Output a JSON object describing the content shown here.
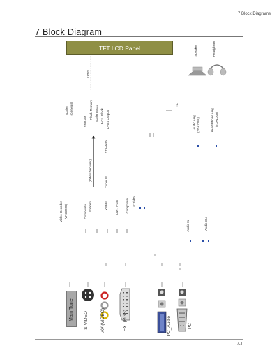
{
  "header": {
    "section_label": "7 Block Diagrams"
  },
  "title": "7 Block Diagram",
  "footer": {
    "page_number": "7-1"
  },
  "blocks": {
    "panel": "TFT LCD Panel",
    "speaker": "Speaker",
    "headphone": "Headphone",
    "tuner": "Main Tuner"
  },
  "labels": {
    "lvds": "LVDS",
    "scaler_a": "Scaler",
    "scaler_b": "(Genesis)",
    "proc_1": "SDRAM",
    "proc_2": "Flash Memory",
    "proc_3": "Scaler Block",
    "proc_4": "MCU Block",
    "proc_5": "LVDS Output",
    "amp_a": "Audio Amp",
    "amp_b": "(TDA7266)",
    "hp_a": "Head Phone Amp",
    "hp_b": "(TDA1308)",
    "ttl": "TTL",
    "video_1": "VPC3230",
    "video_2": "(Video Decoder)",
    "video_a": "Video Decoder",
    "video_b": "(VPC3230)",
    "tuner_if": "Tuner IF",
    "ch_1": "Composite",
    "ch_2": "S-Video",
    "ch_3": "YPbPr",
    "ch_4": "DVI / RGB",
    "audio_in": "Audio In",
    "audio_out": "Audio Out",
    "svideo": "S-VIDEO",
    "av": "AV (VIDEO)",
    "ext": "EXT(RGB)",
    "pc_audio": "PC_Audio",
    "pc": "PC"
  }
}
